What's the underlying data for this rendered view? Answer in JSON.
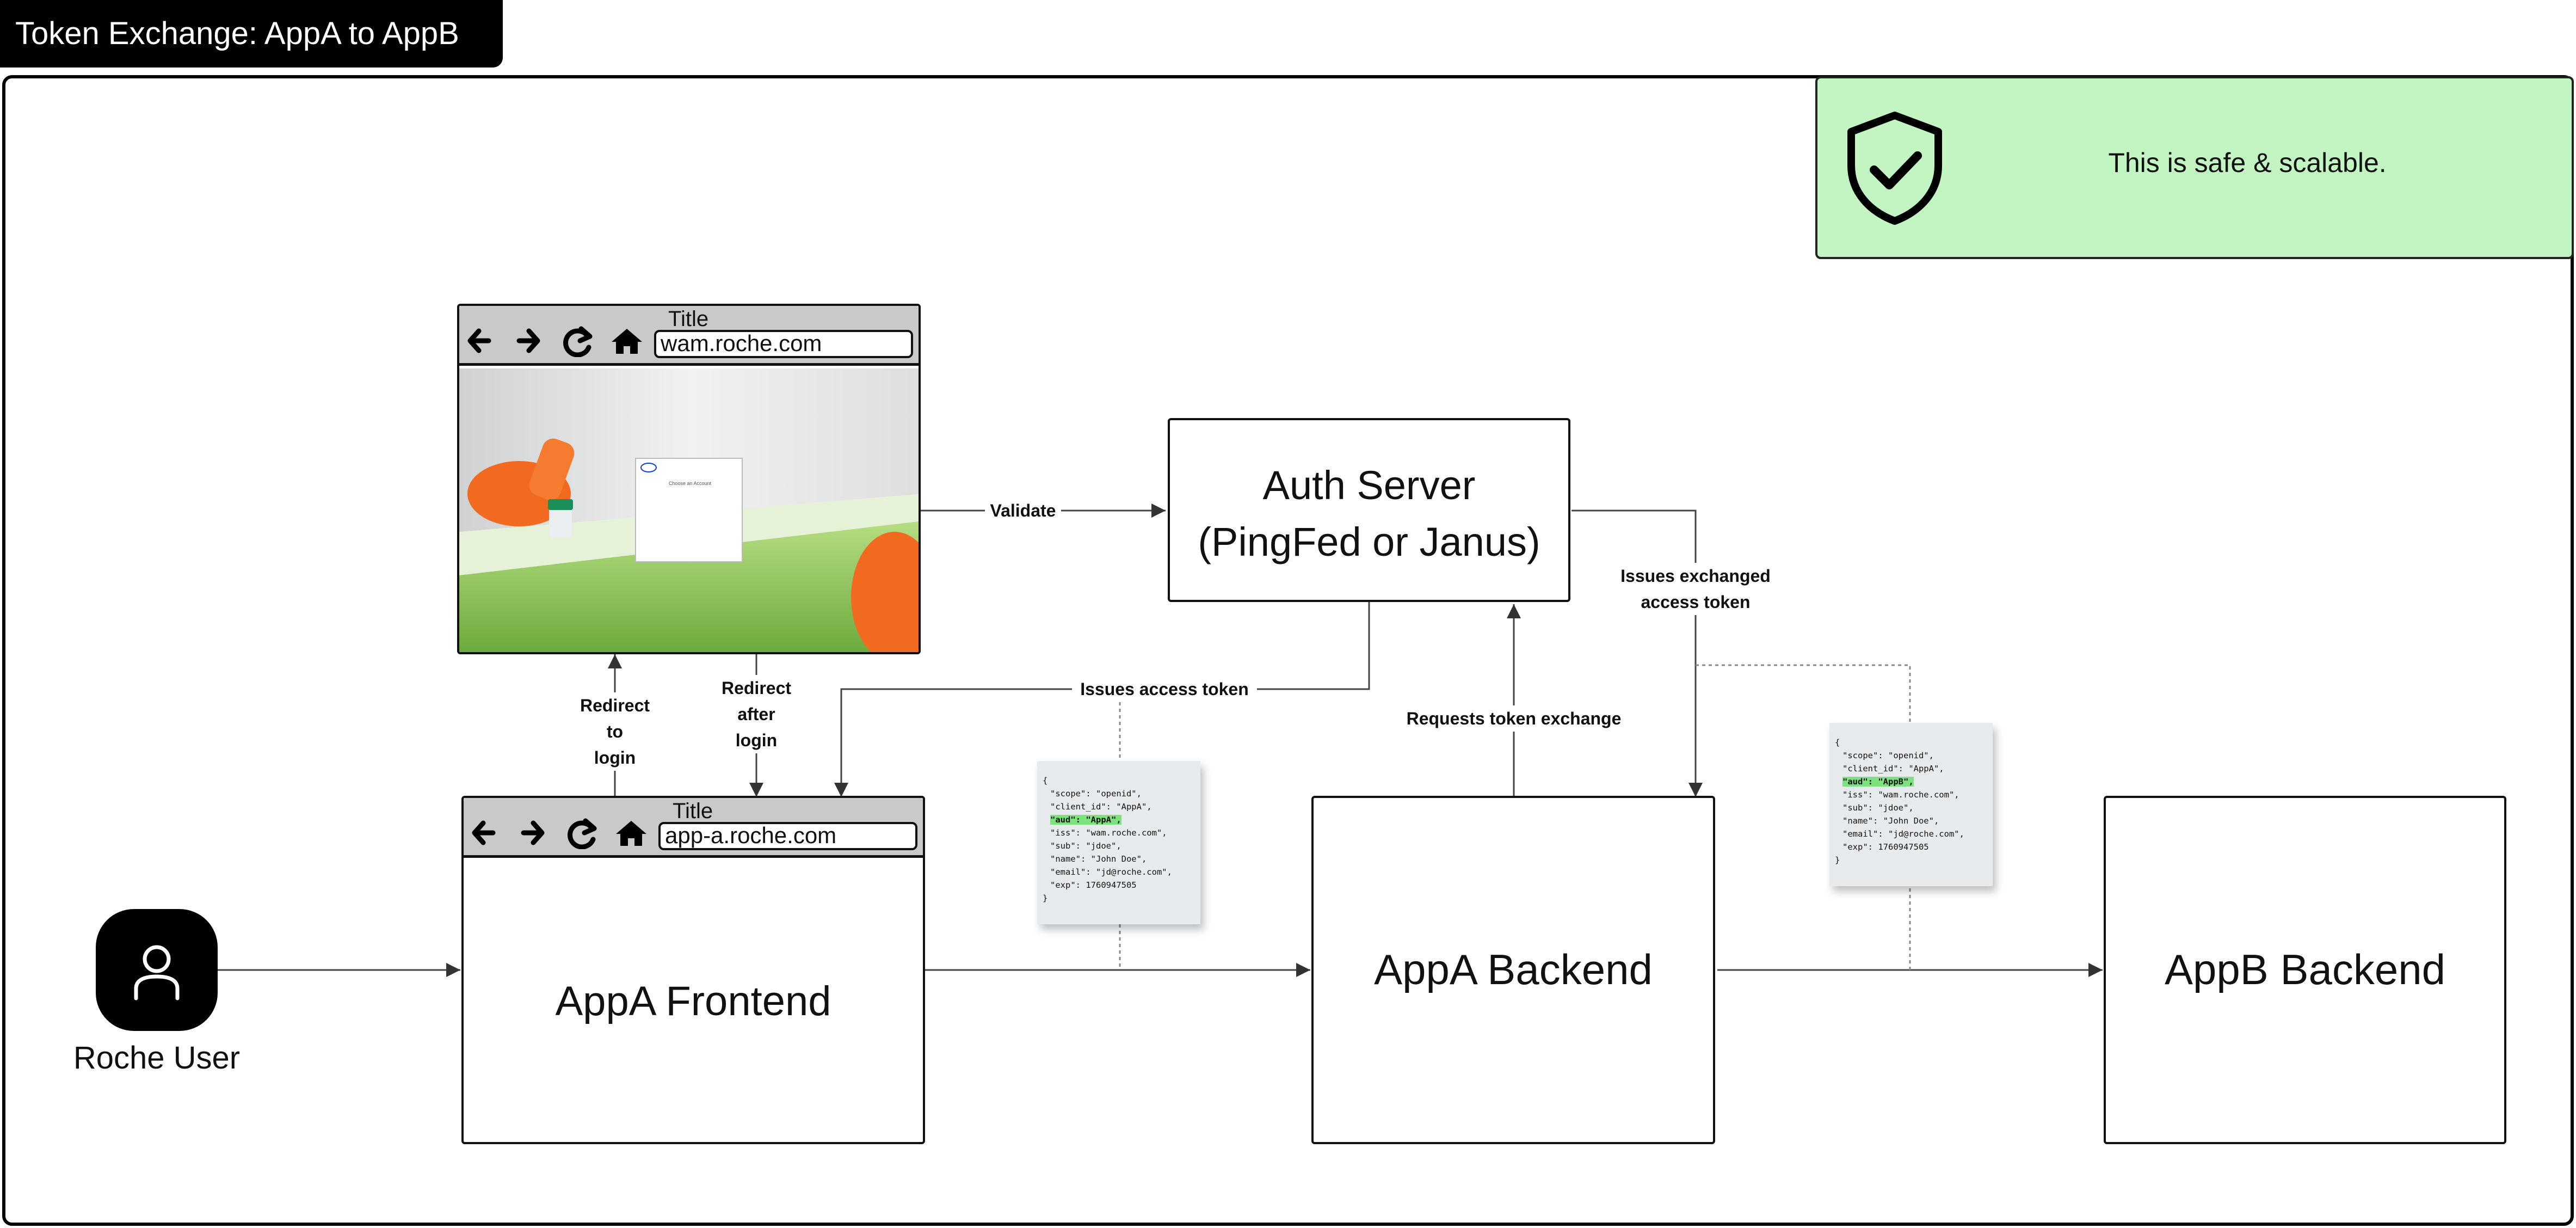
{
  "diagram": {
    "title": "Token Exchange: AppA to AppB",
    "banner": {
      "text": "This is safe & scalable.",
      "icon": "shield-check-icon",
      "color": "#c3f5c3"
    },
    "nodes": {
      "user": {
        "label": "Roche User",
        "icon": "person-icon"
      },
      "login_browser": {
        "title": "Title",
        "url": "wam.roche.com",
        "popup_text": "Choose an Account",
        "logo_text": "Roche"
      },
      "frontend": {
        "title": "Title",
        "url": "app-a.roche.com",
        "label": "AppA Frontend"
      },
      "auth_server": {
        "line1": "Auth Server",
        "line2": "(PingFed or Janus)"
      },
      "appa_backend": {
        "label": "AppA Backend"
      },
      "appb_backend": {
        "label": "AppB Backend"
      }
    },
    "edges": {
      "validate": "Validate",
      "redirect_to_login": [
        "Redirect",
        "to",
        "login"
      ],
      "redirect_after_login": [
        "Redirect",
        "after",
        "login"
      ],
      "issues_access_token": "Issues access token",
      "requests_token_exchange": "Requests token exchange",
      "issues_exchanged": [
        "Issues exchanged",
        "access token"
      ]
    },
    "token_notes": {
      "original": {
        "open": "{",
        "scope": "\"scope\": \"openid\",",
        "client_id": "\"client_id\": \"AppA\",",
        "aud": "\"aud\": \"AppA\",",
        "iss": "\"iss\": \"wam.roche.com\",",
        "sub": "\"sub\": \"jdoe\",",
        "name": "\"name\": \"John Doe\",",
        "email": "\"email\": \"jd@roche.com\",",
        "exp": "\"exp\": 1760947505",
        "close": "}"
      },
      "exchanged": {
        "open": "{",
        "scope": "\"scope\": \"openid\",",
        "client_id": "\"client_id\": \"AppA\",",
        "aud": "\"aud\": \"AppB\",",
        "iss": "\"iss\": \"wam.roche.com\",",
        "sub": "\"sub\": \"jdoe\",",
        "name": "\"name\": \"John Doe\",",
        "email": "\"email\": \"jd@roche.com\",",
        "exp": "\"exp\": 1760947505",
        "close": "}"
      }
    },
    "toolbar_icons": [
      "back-arrow-icon",
      "forward-arrow-icon",
      "reload-icon",
      "home-icon"
    ]
  }
}
